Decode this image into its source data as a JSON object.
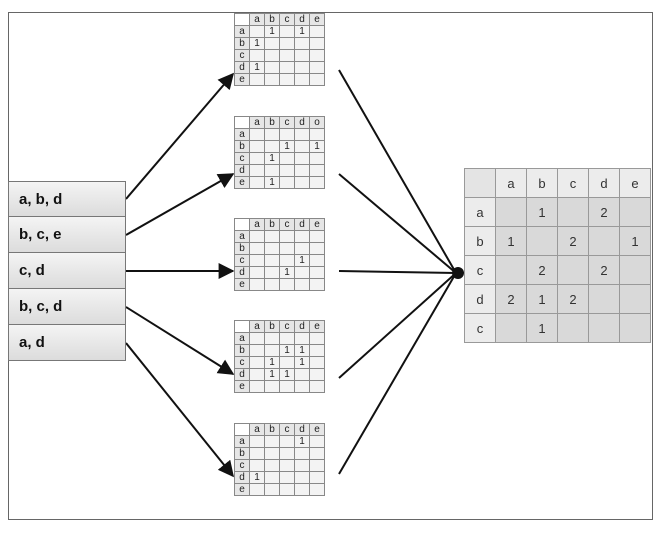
{
  "transactions": [
    "a, b, d",
    "b, c, e",
    "c, d",
    "b, c, d",
    "a, d"
  ],
  "labels": [
    "a",
    "b",
    "c",
    "d",
    "e"
  ],
  "big_labels": [
    "a",
    "b",
    "c",
    "d",
    "e"
  ],
  "big_row_labels": [
    "a",
    "b",
    "c",
    "d",
    "c"
  ],
  "small_matrices": [
    {
      "col_labels": [
        "a",
        "b",
        "c",
        "d",
        "e"
      ],
      "row_labels": [
        "a",
        "b",
        "c",
        "d",
        "e"
      ],
      "cells": [
        [
          "",
          "1",
          "",
          "1",
          ""
        ],
        [
          "1",
          "",
          "",
          "",
          ""
        ],
        [
          "",
          "",
          "",
          "",
          ""
        ],
        [
          "1",
          "",
          "",
          "",
          ""
        ],
        [
          "",
          "",
          "",
          "",
          ""
        ]
      ]
    },
    {
      "col_labels": [
        "a",
        "b",
        "c",
        "d",
        "o"
      ],
      "row_labels": [
        "a",
        "b",
        "c",
        "d",
        "e"
      ],
      "cells": [
        [
          "",
          "",
          "",
          "",
          ""
        ],
        [
          "",
          "",
          "1",
          "",
          "1"
        ],
        [
          "",
          "1",
          "",
          "",
          ""
        ],
        [
          "",
          "",
          "",
          "",
          ""
        ],
        [
          "",
          "1",
          "",
          "",
          ""
        ]
      ]
    },
    {
      "col_labels": [
        "a",
        "b",
        "c",
        "d",
        "e"
      ],
      "row_labels": [
        "a",
        "b",
        "c",
        "d",
        "e"
      ],
      "cells": [
        [
          "",
          "",
          "",
          "",
          ""
        ],
        [
          "",
          "",
          "",
          "",
          ""
        ],
        [
          "",
          "",
          "",
          "1",
          ""
        ],
        [
          "",
          "",
          "1",
          "",
          ""
        ],
        [
          "",
          "",
          "",
          "",
          ""
        ]
      ]
    },
    {
      "col_labels": [
        "a",
        "b",
        "c",
        "d",
        "e"
      ],
      "row_labels": [
        "a",
        "b",
        "c",
        "d",
        "e"
      ],
      "cells": [
        [
          "",
          "",
          "",
          "",
          ""
        ],
        [
          "",
          "",
          "1",
          "1",
          ""
        ],
        [
          "",
          "1",
          "",
          "1",
          ""
        ],
        [
          "",
          "1",
          "1",
          "",
          ""
        ],
        [
          "",
          "",
          "",
          "",
          ""
        ]
      ]
    },
    {
      "col_labels": [
        "a",
        "b",
        "c",
        "d",
        "e"
      ],
      "row_labels": [
        "a",
        "b",
        "c",
        "d",
        "e"
      ],
      "cells": [
        [
          "",
          "",
          "",
          "1",
          ""
        ],
        [
          "",
          "",
          "",
          "",
          ""
        ],
        [
          "",
          "",
          "",
          "",
          ""
        ],
        [
          "1",
          "",
          "",
          "",
          ""
        ],
        [
          "",
          "",
          "",
          "",
          ""
        ]
      ]
    }
  ],
  "result_matrix": [
    [
      "",
      "1",
      "",
      "2",
      ""
    ],
    [
      "1",
      "",
      "2",
      "",
      "1"
    ],
    [
      "",
      "2",
      "",
      "2",
      ""
    ],
    [
      "2",
      "1",
      "2",
      "",
      ""
    ],
    [
      "",
      "1",
      "",
      "",
      ""
    ]
  ]
}
